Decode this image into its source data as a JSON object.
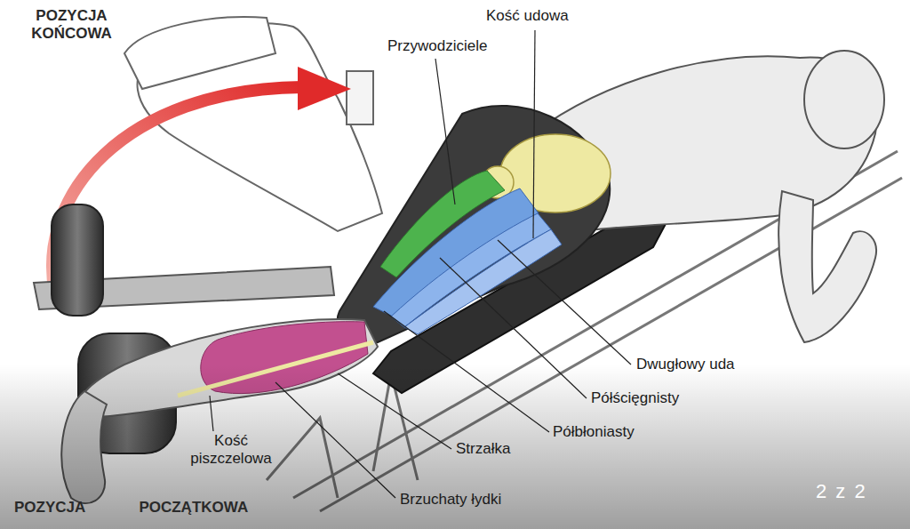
{
  "diagram": {
    "labels": [
      "POZYCJA KOŃCOWA",
      "Kość udowa",
      "Przywodziciele",
      "Dwugłowy uda",
      "Półścięgnisty",
      "Półbłoniasty",
      "Strzałka",
      "Brzuchaty łydki",
      "Kość piszczelowa",
      "POZYCJA POCZĄTKOWA",
      "2 z 2"
    ]
  }
}
